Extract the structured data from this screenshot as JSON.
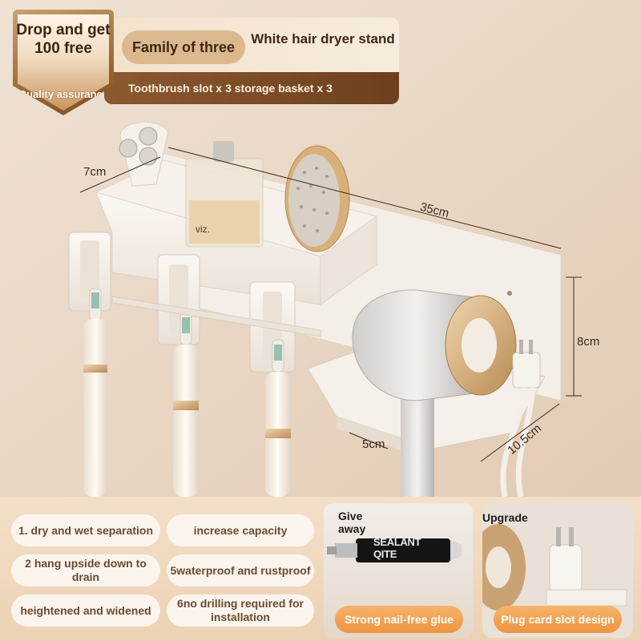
{
  "badge": {
    "title": "Drop and get 100 free",
    "subtitle": "Quality assurance"
  },
  "banner": {
    "family_label": "Family of three",
    "dryer_label": "White hair dryer stand",
    "contents_label": "Toothbrush slot x 3 storage basket x 3"
  },
  "dimensions": {
    "depth": "7cm",
    "length": "35cm",
    "height": "8cm",
    "dryer_width": "5cm",
    "dryer_depth": "10.5cm"
  },
  "product_labels": {
    "bottle_label": "viz."
  },
  "features": [
    "1. dry and wet separation",
    "increase capacity",
    "2 hang upside down to drain",
    "5waterproof and rustproof",
    "heightened and widened",
    "6no drilling required for installation"
  ],
  "giveaway_card": {
    "label": "Give away",
    "tube_text": "SEALANT QITE",
    "pill": "Strong nail-free glue"
  },
  "upgrade_card": {
    "label": "Upgrade",
    "pill": "Plug card slot design"
  },
  "colors": {
    "background": "#e8d6c4",
    "accent_brown": "#7a4a24",
    "pill_orange": "#ec9540",
    "feature_text": "#6b4a2e"
  }
}
